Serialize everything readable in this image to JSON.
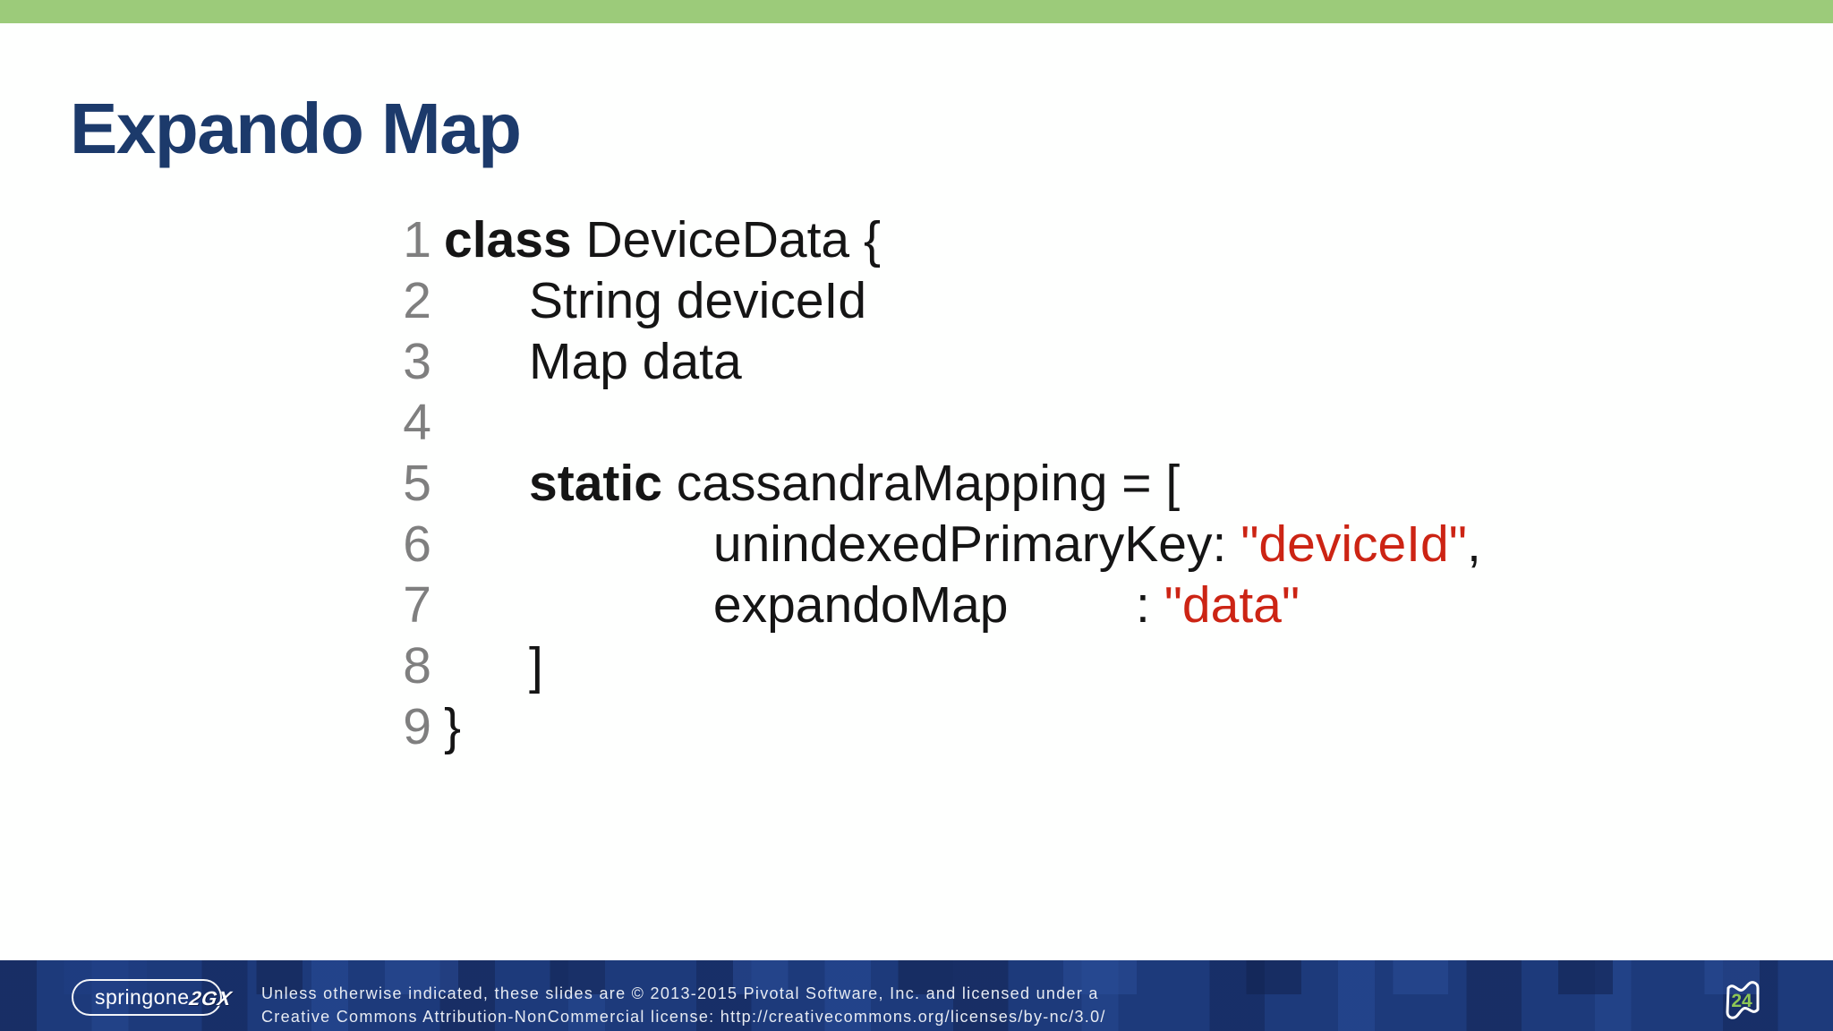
{
  "colors": {
    "top_bar_green": "#9ccb7a",
    "title_navy": "#1c3a6b",
    "line_number_gray": "#7f7f7f",
    "code_string_red": "#cc2414",
    "footer_navy": "#1d3a7b",
    "page_number_green": "#8dc655"
  },
  "slide": {
    "title": "Expando Map"
  },
  "code": {
    "lines": [
      {
        "num": "1",
        "kw": "class ",
        "rest": "DeviceData {"
      },
      {
        "num": "2",
        "plain": "      String deviceId"
      },
      {
        "num": "3",
        "plain": "      Map data"
      },
      {
        "num": "4",
        "plain": ""
      },
      {
        "num": "5",
        "indent": "      ",
        "kw": "static ",
        "rest": "cassandraMapping = ["
      },
      {
        "num": "6",
        "plain": "                   unindexedPrimaryKey: ",
        "str": "\"deviceId\"",
        "after": ","
      },
      {
        "num": "7",
        "plain": "                   expandoMap         : ",
        "str": "\"data\""
      },
      {
        "num": "8",
        "plain": "      ]"
      },
      {
        "num": "9",
        "plain": "}"
      }
    ]
  },
  "footer": {
    "logo_text": "springone",
    "logo_suffix": "2GX",
    "license_line1": "Unless otherwise indicated, these slides are © 2013-2015 Pivotal Software, Inc. and licensed under a",
    "license_line2": "Creative Commons Attribution-NonCommercial license: http://creativecommons.org/licenses/by-nc/3.0/",
    "page_number": "24"
  }
}
